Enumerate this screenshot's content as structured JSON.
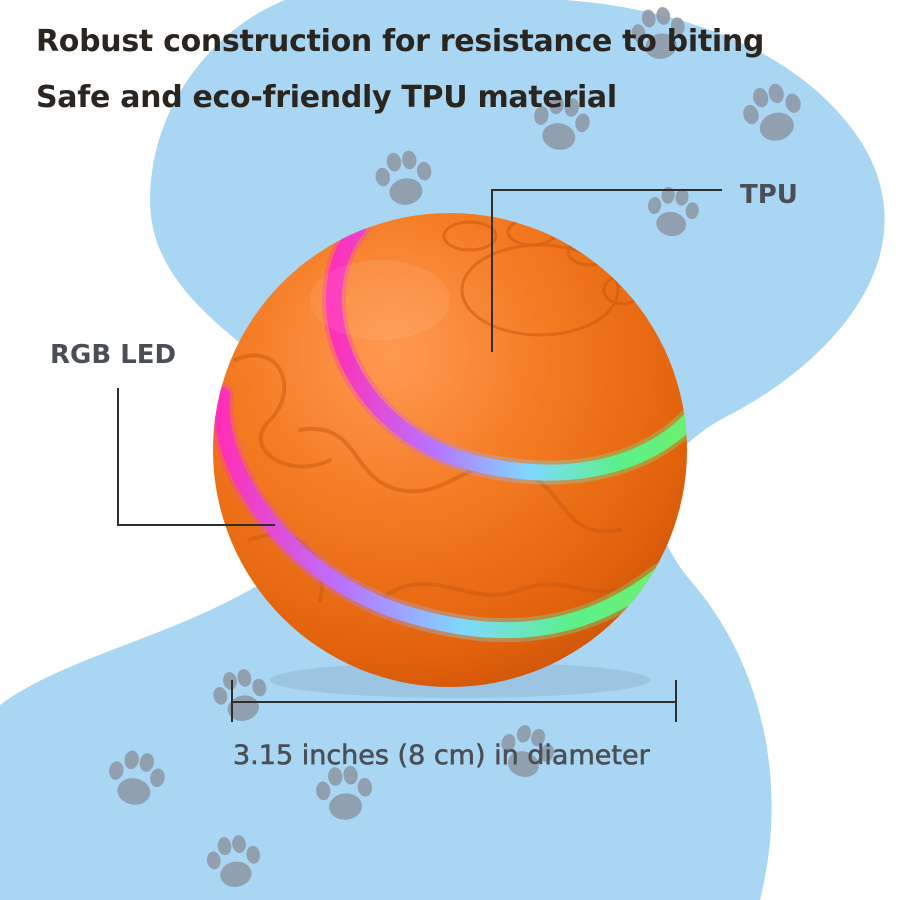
{
  "headline": {
    "line_1": "Robust construction for resistance to biting",
    "line_2": "Safe and eco-friendly TPU material"
  },
  "callouts": {
    "material": "TPU",
    "light": "RGB LED",
    "size": "3.15 inches (8 cm) in diameter"
  },
  "colors": {
    "background_wave": "#a9d6f3",
    "paw_print": "#8e9aa6",
    "ball": "#f27017",
    "ring_gradient": [
      "#ff2fb8",
      "#b873ff",
      "#7fd8ff",
      "#5cf08a"
    ],
    "text": "#2b2520",
    "callout_line": "#2e2e2e"
  }
}
